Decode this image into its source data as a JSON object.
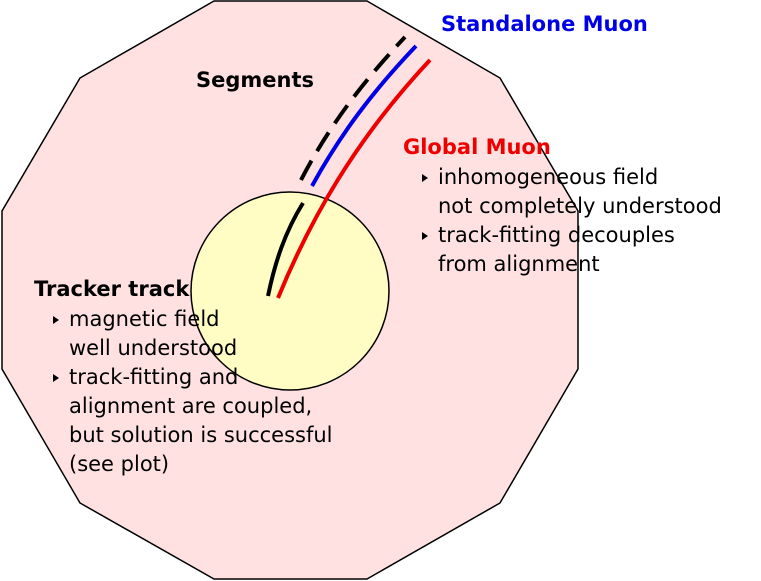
{
  "colors": {
    "detector_fill": "#ffe1e1",
    "tracker_fill": "#fffdc4",
    "outline": "#000000",
    "segments": "#000000",
    "standalone": "#0000e6",
    "global": "#ee0000"
  },
  "labels": {
    "standalone_muon": "Standalone Muon",
    "segments": "Segments",
    "global_muon": "Global Muon",
    "tracker_track": "Tracker track"
  },
  "global_bullets": [
    {
      "line1": "inhomogeneous field",
      "line2": "not completely understood"
    },
    {
      "line1": "track-fitting decouples",
      "line2": "from alignment"
    }
  ],
  "tracker_bullets": [
    {
      "line1": "magnetic field",
      "line2": "well understood"
    },
    {
      "line1": "track-fitting and",
      "line2": "alignment are coupled,",
      "line3": "but solution is successful",
      "line4": "(see plot)"
    }
  ]
}
